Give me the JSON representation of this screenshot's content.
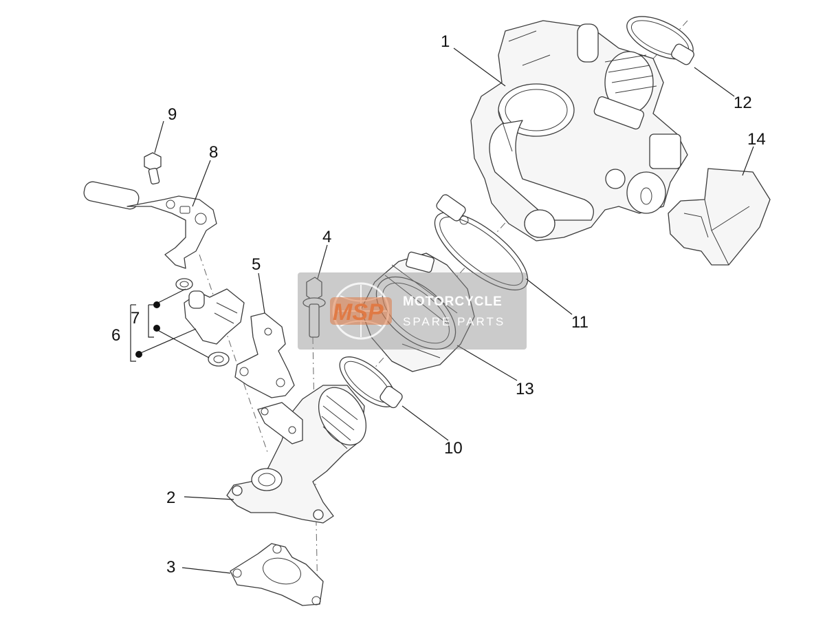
{
  "callouts": {
    "c1": "1",
    "c2": "2",
    "c3": "3",
    "c4": "4",
    "c5": "5",
    "c6": "6",
    "c7": "7",
    "c8": "8",
    "c9": "9",
    "c10": "10",
    "c11": "11",
    "c12": "12",
    "c13": "13",
    "c14": "14"
  },
  "watermark": {
    "logo": "MSP",
    "line1": "MOTORCYCLE",
    "line2": "SPARE PARTS"
  },
  "colors": {
    "watermark_bg": "#8c8c8c",
    "watermark_accent": "#e07a45",
    "line": "#3a3a3a"
  }
}
